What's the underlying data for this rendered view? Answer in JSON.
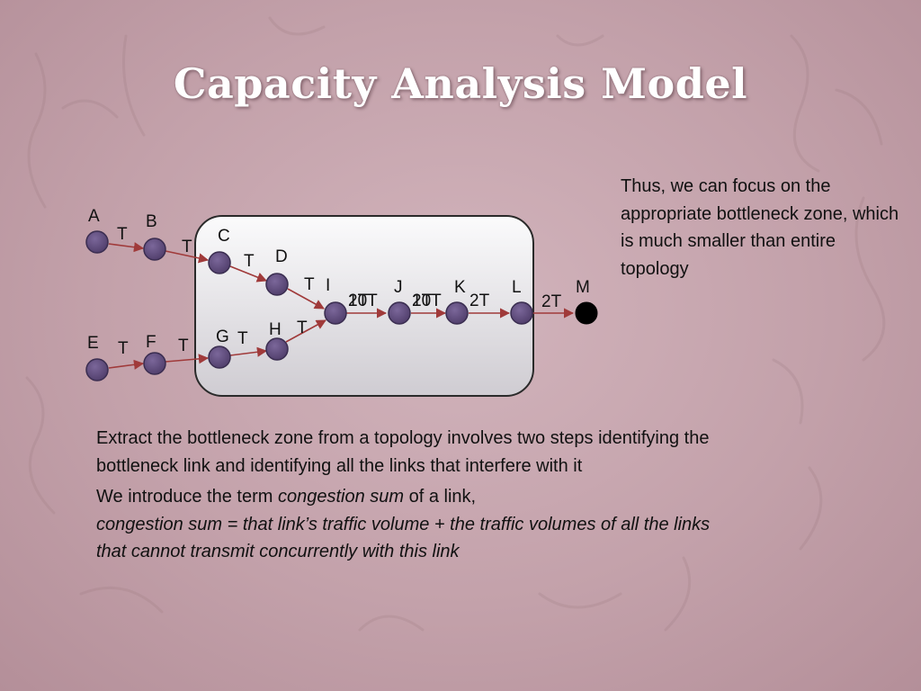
{
  "title": "Capacity Analysis Model",
  "side_note": "Thus, we can focus on the appropriate bottleneck zone, which is much smaller than entire topology",
  "body": {
    "p1": "Extract the bottleneck zone from a topology involves two steps identifying the bottleneck link and identifying all the links that interfere with it",
    "p2_lead": "We introduce the term ",
    "p2_term": "congestion sum",
    "p2_tail": " of a link,",
    "definition": "congestion sum = that link’s traffic volume + the traffic volumes of all the links that cannot transmit concurrently with this link"
  },
  "diagram": {
    "nodes": [
      "A",
      "B",
      "C",
      "D",
      "E",
      "F",
      "G",
      "H",
      "I",
      "J",
      "K",
      "L",
      "M"
    ],
    "edge_labels": {
      "a_b": "T",
      "b_c": "T",
      "c_d": "T",
      "d_i": "T",
      "e_f": "T",
      "f_g": "T",
      "g_h": "T",
      "h_i": "T",
      "i_j_a": "2T",
      "i_j_b": "10T",
      "j_k_a": "2T",
      "j_k_b": "10T",
      "k_l": "2T",
      "l_m": "2T"
    },
    "colors": {
      "node_fill": "#5e4a7a",
      "sink_fill": "#000000",
      "edge": "#a03a3a",
      "zone_fill": "#e6e3e6"
    }
  }
}
